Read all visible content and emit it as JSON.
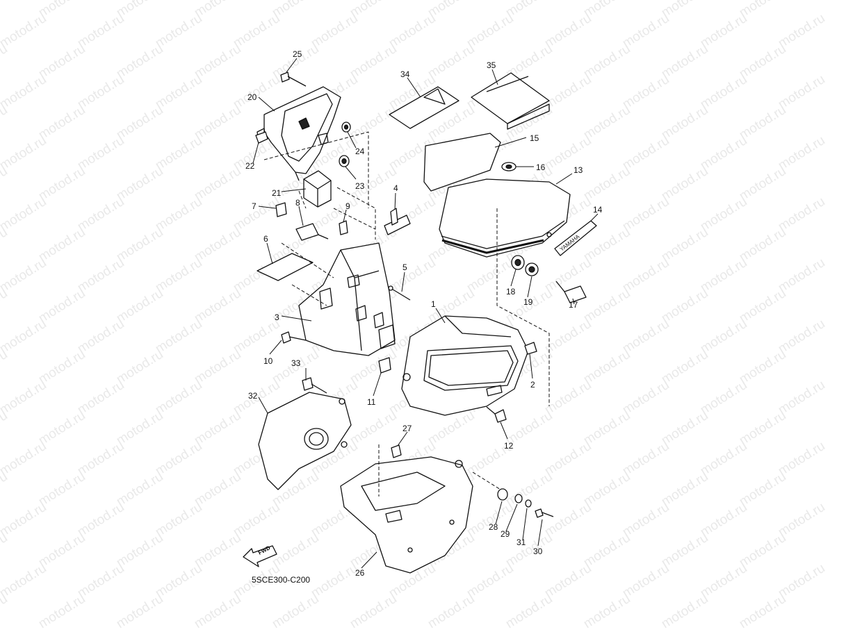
{
  "watermark": "motod.ru",
  "diagram_code": "5SCE300-C200",
  "fwd_label": "FWD",
  "emblem_text": "YAMAHA",
  "callouts": [
    "1",
    "2",
    "3",
    "4",
    "5",
    "6",
    "7",
    "8",
    "9",
    "10",
    "11",
    "12",
    "13",
    "14",
    "15",
    "16",
    "17",
    "18",
    "19",
    "20",
    "21",
    "22",
    "23",
    "24",
    "25",
    "26",
    "27",
    "28",
    "29",
    "30",
    "31",
    "32",
    "33",
    "34",
    "35"
  ]
}
